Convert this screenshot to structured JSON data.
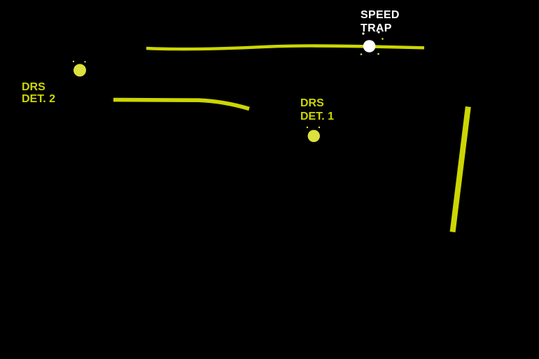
{
  "scene": {
    "description": "Track map fragment with DRS detection points and speed trap markers",
    "background": "#000000"
  },
  "colors": {
    "track": "#ccd602",
    "marker_dot": "#dce13e",
    "speed_trap_dot": "#ffffff",
    "label_yellow": "#ccd602",
    "label_white": "#ffffff"
  },
  "labels": {
    "speed_trap": {
      "line1": "SPEED",
      "line2": "TRAP"
    },
    "drs_det_2": {
      "line1": "DRS",
      "line2": "DET. 2"
    },
    "drs_det_1": {
      "line1": "DRS",
      "line2": "DET. 1"
    }
  }
}
